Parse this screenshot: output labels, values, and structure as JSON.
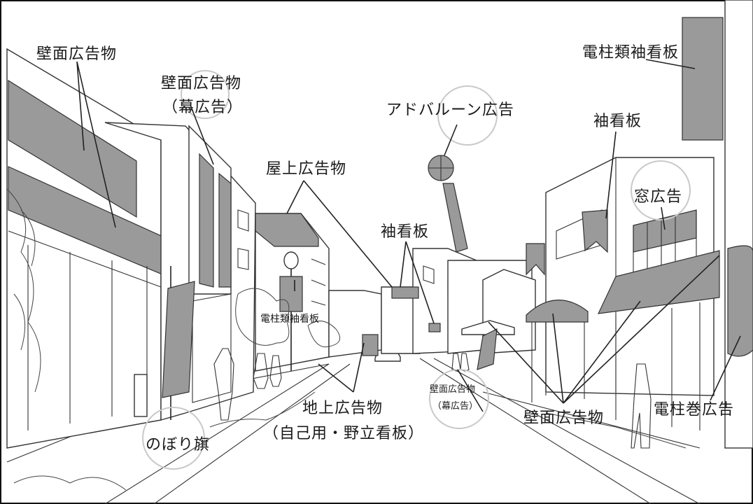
{
  "figure": {
    "labels": {
      "wall_ad_left": "壁面広告物",
      "wall_ad_curtain_top": "壁面広告物",
      "wall_ad_curtain_top_sub": "（幕広告）",
      "rooftop_ad": "屋上広告物",
      "balloon_ad": "アドバルーン広告",
      "pole_sleeve_sign_top": "電柱類袖看板",
      "sleeve_sign_right": "袖看板",
      "window_ad": "窓広告",
      "sleeve_sign_center": "袖看板",
      "pole_sleeve_sign_center": "電柱類袖看板",
      "ground_ad": "地上広告物",
      "ground_ad_sub": "（自己用・野立看板）",
      "banner_flag": "のぼり旗",
      "wall_ad_curtain_bottom": "壁面広告物",
      "wall_ad_curtain_bottom_sub": "（幕広告）",
      "wall_ad_right": "壁面広告物",
      "pole_wrap_ad": "電柱巻広告"
    },
    "colors": {
      "sign_fill": "#9a9a9a",
      "highlight_circle": "#c9c9c9",
      "line": "#222222"
    }
  }
}
